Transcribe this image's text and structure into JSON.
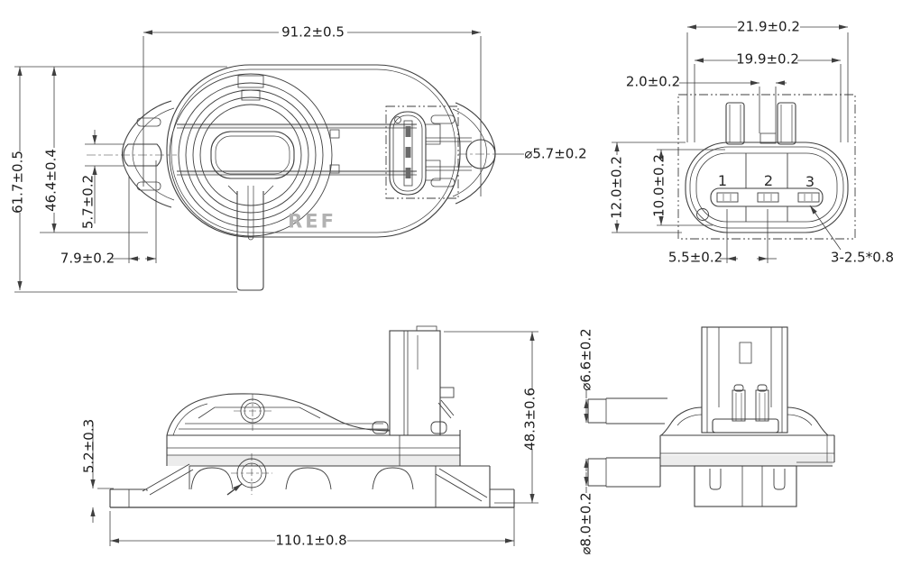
{
  "drawing": {
    "type": "engineering-drawing",
    "background_color": "#ffffff",
    "line_color": "#3f3f3f",
    "ref_label": "REF",
    "views": {
      "top_view": {
        "dims": {
          "hole_distance": "91.2±0.5",
          "overall_height": "61.7±0.5",
          "body_height": "46.4±0.4",
          "hole_flat_height": "5.7±0.2",
          "ear_edge_offset": "7.9±0.2",
          "mount_hole_diameter": "⌀5.7±0.2"
        }
      },
      "connector_view": {
        "dims": {
          "outer_width": "21.9±0.2",
          "inner_width": "19.9±0.2",
          "tab_width": "2.0±0.2",
          "outer_height": "12.0±0.2",
          "inner_height": "10.0±0.2",
          "pin_pitch": "5.5±0.2",
          "pin_size": "3-2.5*0.8"
        },
        "pins": [
          "1",
          "2",
          "3"
        ]
      },
      "side_view": {
        "dims": {
          "flange_thickness": "5.2±0.3",
          "overall_length": "110.1±0.8",
          "overall_height": "48.3±0.6"
        }
      },
      "end_view": {
        "dims": {
          "upper_port_diameter": "⌀6.6±0.2",
          "lower_port_diameter": "⌀8.0±0.2"
        }
      }
    }
  }
}
